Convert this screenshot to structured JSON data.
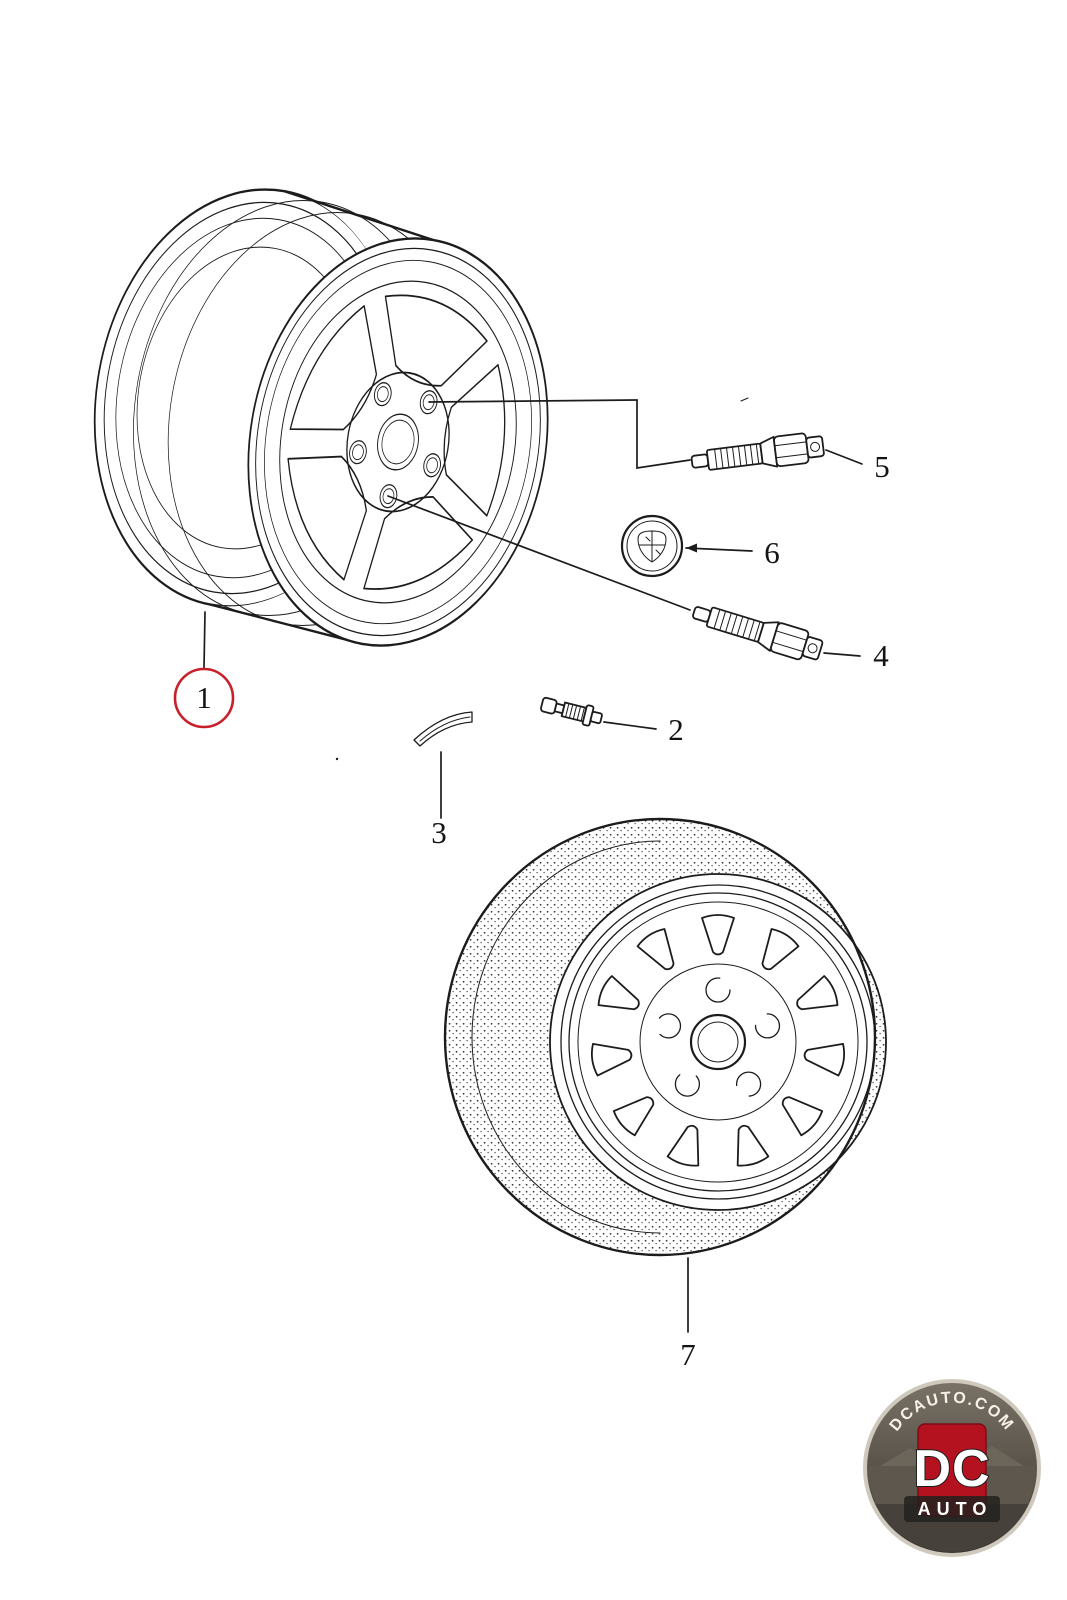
{
  "diagram": {
    "background": "#ffffff",
    "line_color": "#1c1c1c",
    "highlight_color": "#c8202a",
    "part_labels": [
      "1",
      "2",
      "3",
      "4",
      "5",
      "6",
      "7"
    ]
  },
  "watermark": {
    "arc_text": "DCAUTO.COM",
    "title": "DC",
    "subtitle": "AUTO",
    "red": "#b5121f"
  }
}
